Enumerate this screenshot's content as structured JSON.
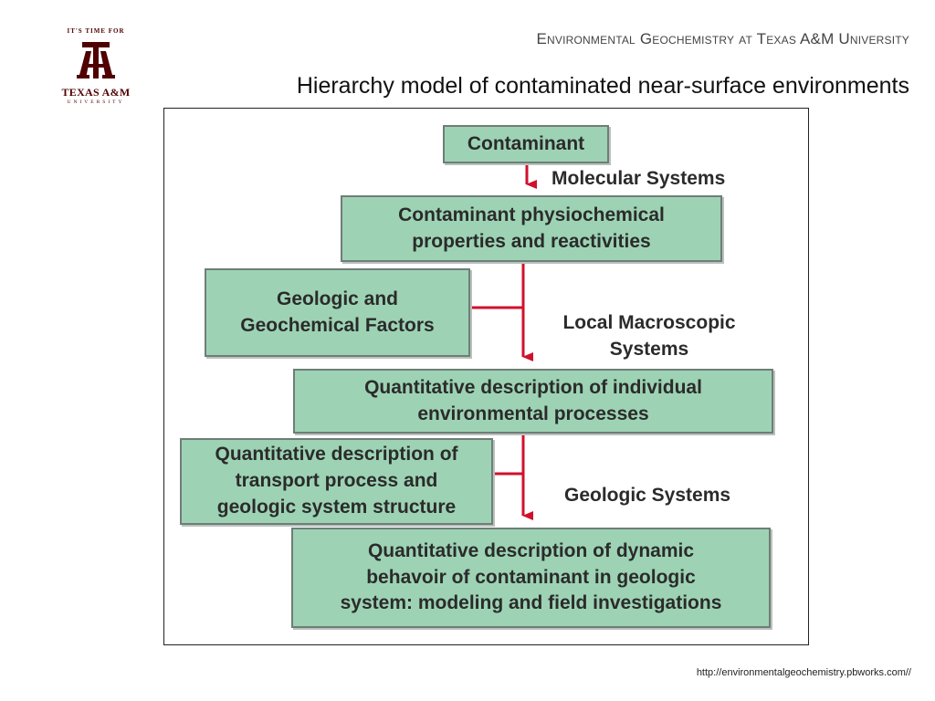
{
  "logo": {
    "tagline": "IT'S TIME FOR",
    "monogram": "ATM",
    "name": "TEXAS A&M",
    "subname": "UNIVERSITY",
    "color": "#500000"
  },
  "header": {
    "title": "Environmental Geochemistry at Texas A&M University",
    "slide_title": "Hierarchy model of contaminated near-surface environments"
  },
  "diagram": {
    "box_color": "#9dd3b4",
    "arrow_color": "#d0112b",
    "boxes": {
      "contaminant": "Contaminant",
      "properties": "Contaminant physiochemical\nproperties and reactivities",
      "geologic_factors": "Geologic and\nGeochemical Factors",
      "individual_processes": "Quantitative description of individual\nenvironmental processes",
      "transport": "Quantitative description of\ntransport process and\ngeologic system structure",
      "dynamic_behavior": "Quantitative description of dynamic\nbehavoir of contaminant in geologic\nsystem: modeling and field investigations"
    },
    "labels": {
      "molecular": "Molecular Systems",
      "local_macroscopic": "Local Macroscopic\nSystems",
      "geologic": "Geologic Systems"
    }
  },
  "footer": {
    "url": "http://environmentalgeochemistry.pbworks.com//"
  }
}
